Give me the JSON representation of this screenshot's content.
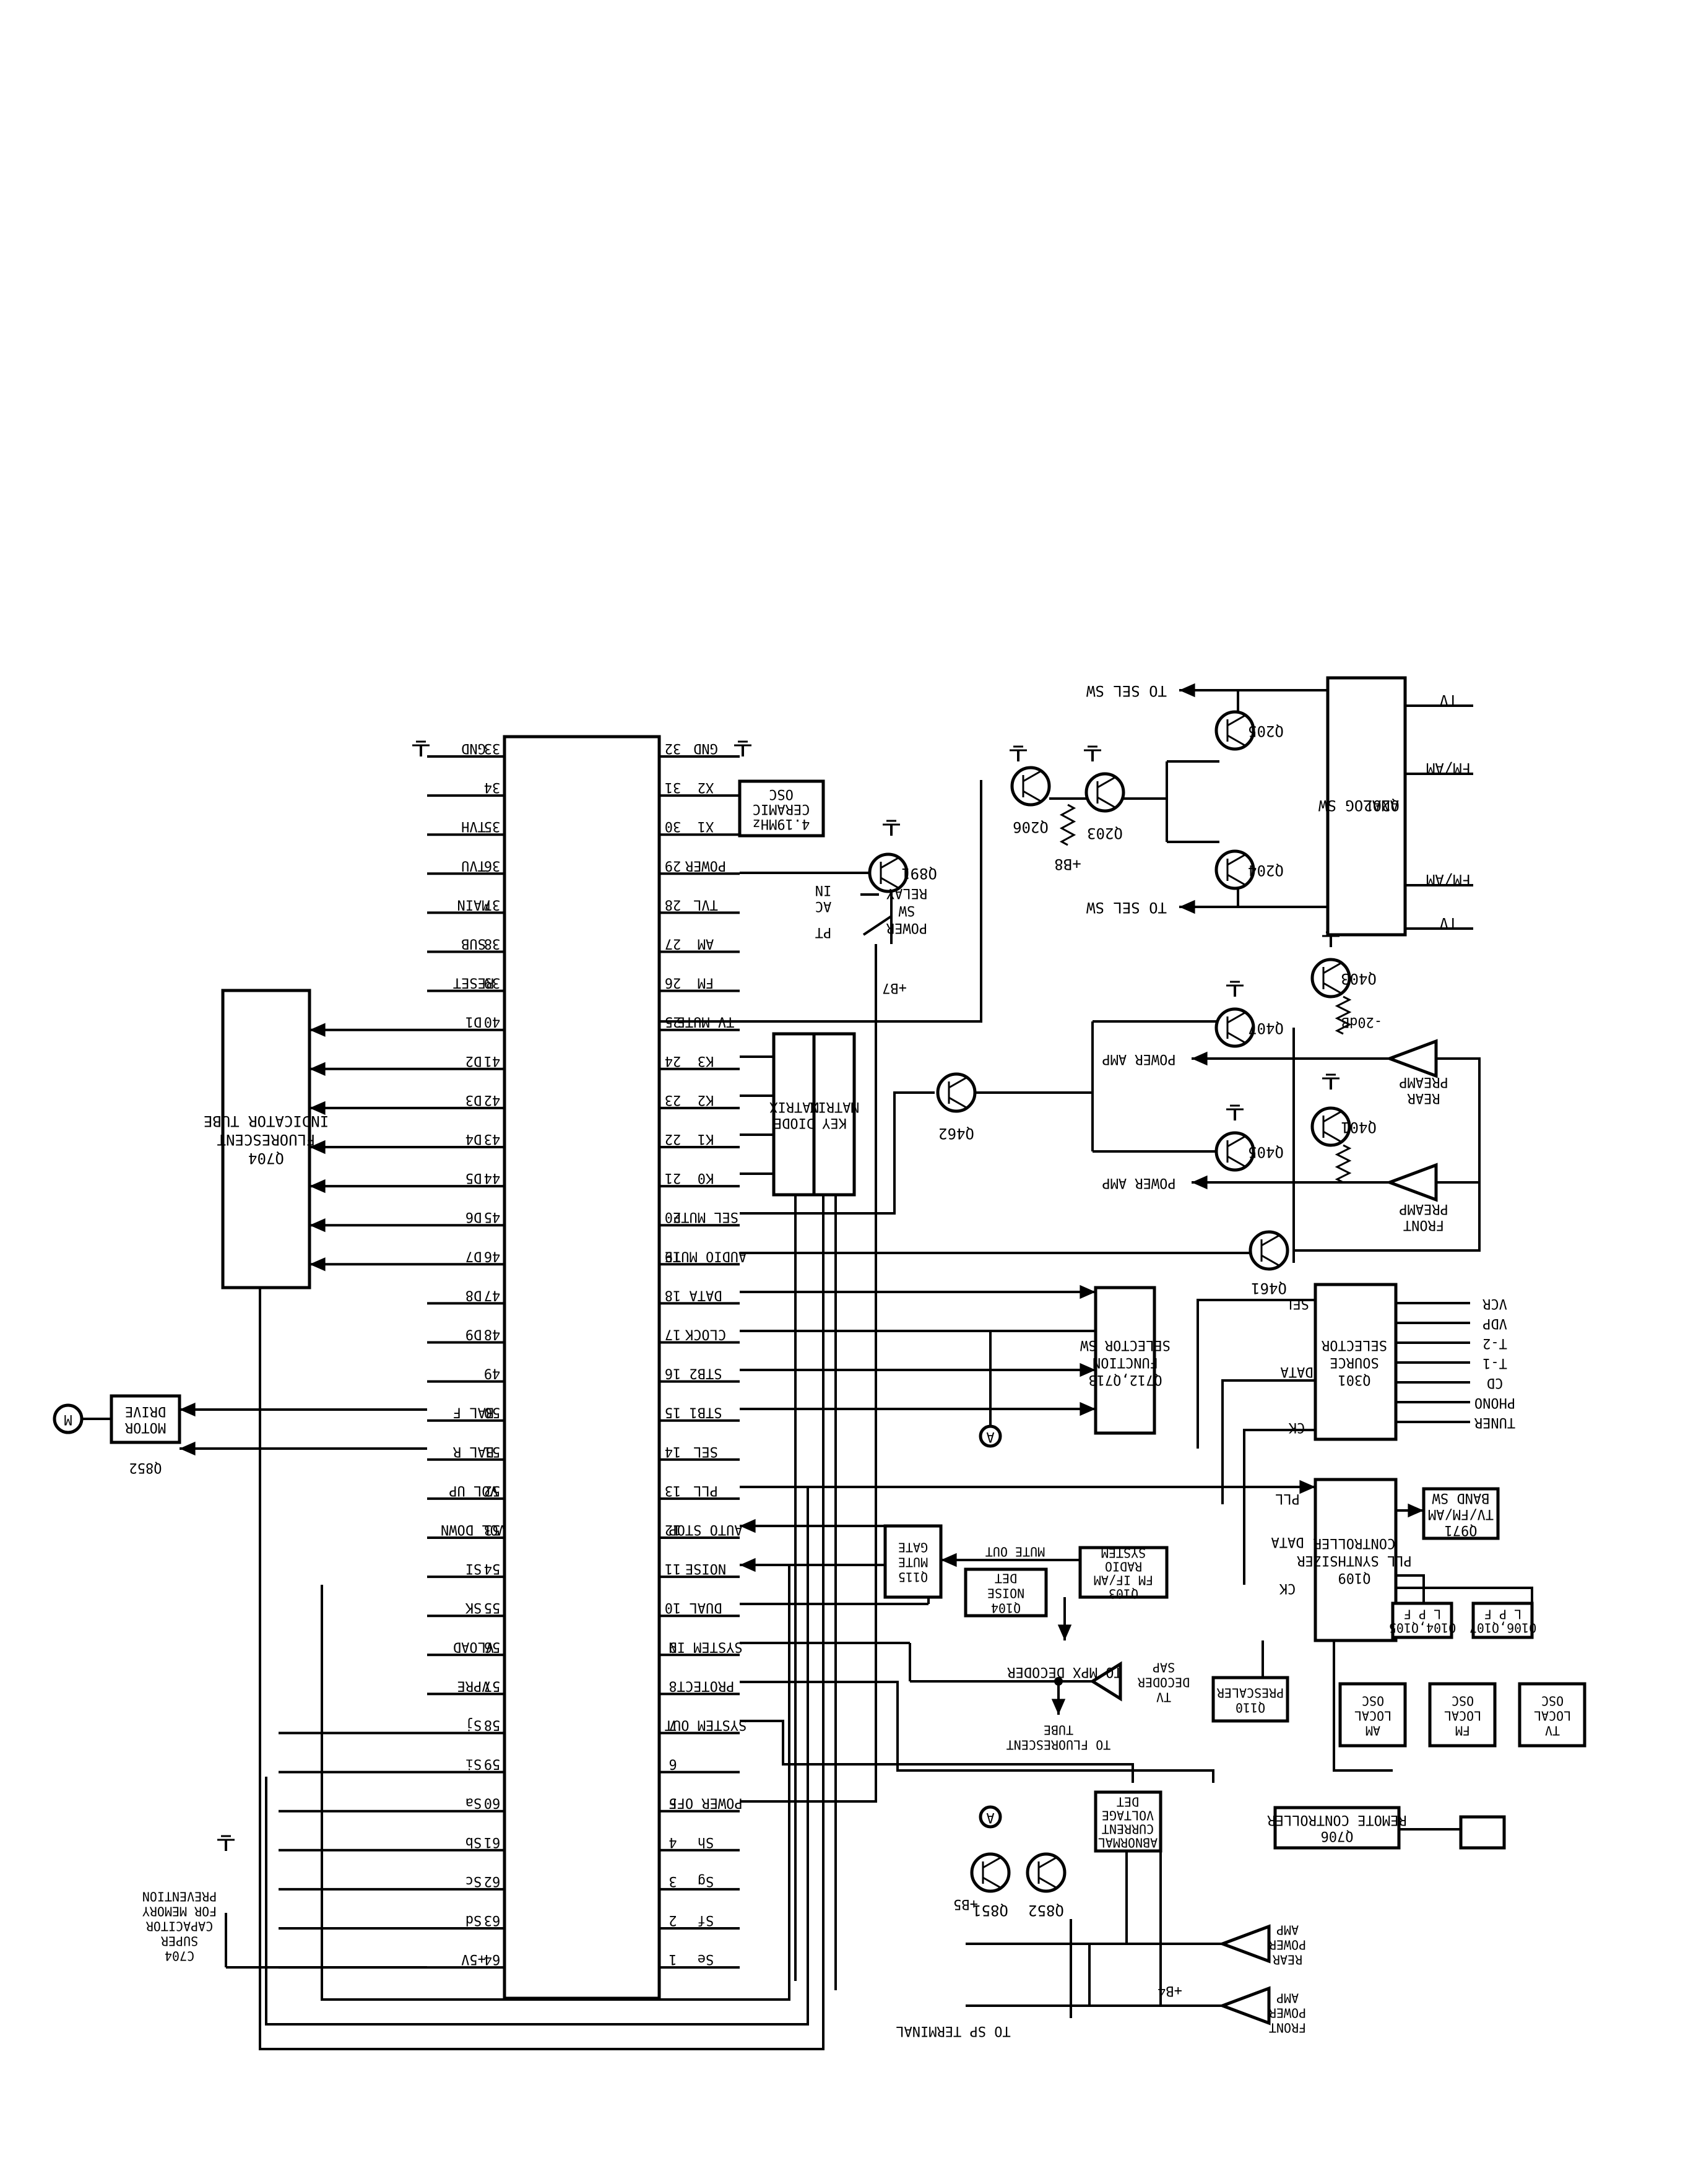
{
  "diagram": {
    "ic_left_pins": [
      {
        "n": "33",
        "label": "GND"
      },
      {
        "n": "34",
        "label": ""
      },
      {
        "n": "35",
        "label": "TVH"
      },
      {
        "n": "36",
        "label": "TVU"
      },
      {
        "n": "37",
        "label": "MAIN"
      },
      {
        "n": "38",
        "label": "SUB"
      },
      {
        "n": "39",
        "label": "RESET"
      },
      {
        "n": "40",
        "label": "D1"
      },
      {
        "n": "41",
        "label": "D2"
      },
      {
        "n": "42",
        "label": "D3"
      },
      {
        "n": "43",
        "label": "D4"
      },
      {
        "n": "44",
        "label": "D5"
      },
      {
        "n": "45",
        "label": "D6"
      },
      {
        "n": "46",
        "label": "D7"
      },
      {
        "n": "47",
        "label": "D8"
      },
      {
        "n": "48",
        "label": "D9"
      },
      {
        "n": "49",
        "label": ""
      },
      {
        "n": "50",
        "label": "BAL F"
      },
      {
        "n": "51",
        "label": "BAL R"
      },
      {
        "n": "52",
        "label": "VOL UP"
      },
      {
        "n": "53",
        "label": "VOL DOWN"
      },
      {
        "n": "54",
        "label": "SI"
      },
      {
        "n": "55",
        "label": "SK"
      },
      {
        "n": "56",
        "label": "VLOAD"
      },
      {
        "n": "57",
        "label": "VPRE"
      },
      {
        "n": "58",
        "label": "Sj"
      },
      {
        "n": "59",
        "label": "Si"
      },
      {
        "n": "60",
        "label": "Sa"
      },
      {
        "n": "61",
        "label": "Sb"
      },
      {
        "n": "62",
        "label": "Sc"
      },
      {
        "n": "63",
        "label": "Sd"
      },
      {
        "n": "64",
        "label": "+5V"
      }
    ],
    "ic_right_pins": [
      {
        "n": "32",
        "label": "GND"
      },
      {
        "n": "31",
        "label": "X2"
      },
      {
        "n": "30",
        "label": "X1"
      },
      {
        "n": "29",
        "label": "POWER"
      },
      {
        "n": "28",
        "label": "TVL"
      },
      {
        "n": "27",
        "label": "AM"
      },
      {
        "n": "26",
        "label": "FM"
      },
      {
        "n": "25",
        "label": "TV MUTE"
      },
      {
        "n": "24",
        "label": "K3"
      },
      {
        "n": "23",
        "label": "K2"
      },
      {
        "n": "22",
        "label": "K1"
      },
      {
        "n": "21",
        "label": "K0"
      },
      {
        "n": "20",
        "label": "SEL MUTE"
      },
      {
        "n": "19",
        "label": "AUDIO MUTE"
      },
      {
        "n": "18",
        "label": "DATA"
      },
      {
        "n": "17",
        "label": "CLOCK"
      },
      {
        "n": "16",
        "label": "STB2"
      },
      {
        "n": "15",
        "label": "STB1"
      },
      {
        "n": "14",
        "label": "SEL"
      },
      {
        "n": "13",
        "label": "PLL"
      },
      {
        "n": "12",
        "label": "AUTO STOP"
      },
      {
        "n": "11",
        "label": "NOISE"
      },
      {
        "n": "10",
        "label": "DUAL"
      },
      {
        "n": "9",
        "label": "SYSTEM IN"
      },
      {
        "n": "8",
        "label": "PROTECT"
      },
      {
        "n": "7",
        "label": "SYSTEM OUT"
      },
      {
        "n": "6",
        "label": ""
      },
      {
        "n": "5",
        "label": "POWER OFF"
      },
      {
        "n": "4",
        "label": "Sh"
      },
      {
        "n": "3",
        "label": "Sg"
      },
      {
        "n": "2",
        "label": "Sf"
      },
      {
        "n": "1",
        "label": "Se"
      }
    ],
    "blocks": {
      "osc": [
        "4.19MHz",
        "CERAMIC",
        "OSC"
      ],
      "analog_sw": [
        "Q202",
        "ANALOG SW"
      ],
      "fluorescent": [
        "Q704",
        "FLUORESCENT",
        "INDICATOR TUBE"
      ],
      "motor": [
        "MOTOR",
        "DRIVE"
      ],
      "motor_ref": "Q852",
      "motor_symbol": "M",
      "key_matrix": [
        "KEY",
        "MATRIX"
      ],
      "diode_matrix": [
        "DIODE",
        "MATRIX"
      ],
      "function_sel": [
        "Q712,Q713",
        "FUNCTION",
        "SELECTOR SW"
      ],
      "relay": "RELAY",
      "source_sel": [
        "Q301",
        "SOURCE",
        "SELECTOR"
      ],
      "pll": [
        "Q109",
        "PLL SYNTHSIZER",
        "CONTROLLER"
      ],
      "band_sw": [
        "Q971",
        "TV/FM/AM",
        "BAND SW"
      ],
      "fm_if": [
        "Q103",
        "FM IF/AM",
        "RADIO",
        "SYSTEM"
      ],
      "noise_det": [
        "Q104",
        "NOISE",
        "DET"
      ],
      "mute_gate": [
        "Q115",
        "MUTE",
        "GATE"
      ],
      "prescaler": [
        "Q110",
        "PRESCALER"
      ],
      "am_osc": [
        "AM",
        "LOCAL",
        "OSC"
      ],
      "fm_osc": [
        "FM",
        "LOCAL",
        "OSC"
      ],
      "tv_osc": [
        "TV",
        "LOCAL",
        "OSC"
      ],
      "lpf1": [
        "Q104,Q105",
        "L P F"
      ],
      "lpf2": [
        "Q106,Q107",
        "L P F"
      ],
      "remote": [
        "Q706",
        "REMOTE CONTROLLER"
      ],
      "abnormal": [
        "ABNORMAL",
        "CURRENT",
        "VOLTAGE",
        "DET"
      ]
    },
    "labels": {
      "to_sel_sw": "TO SEL SW",
      "tv": "TV",
      "fm_am": "FM/AM",
      "q205": "Q205",
      "q204": "Q204",
      "q203": "Q203",
      "q206": "Q206",
      "b8": "+B8",
      "q891": "Q891",
      "power_sw_relay": [
        "POWER",
        "SW",
        "RELAY"
      ],
      "ac_in": [
        "AC",
        "IN"
      ],
      "pt": "PT",
      "b7": "+B7",
      "q403": "Q403",
      "q407": "Q407",
      "q405": "Q405",
      "q401": "Q401",
      "q462": "Q462",
      "q461": "Q461",
      "minus20db": "-20dB",
      "power_amp": "POWER AMP",
      "rear_preamp": [
        "REAR",
        "PREAMP"
      ],
      "front_preamp": [
        "FRONT",
        "PREAMP"
      ],
      "sources": [
        "VCR",
        "VDP",
        "T-2",
        "T-1",
        "CD",
        "PHONO",
        "TUNER"
      ],
      "sel": "SEL",
      "data": "DATA",
      "ck": "CK",
      "pll": "PLL",
      "mute_out": "MUTE OUT",
      "to_mpx": "TO MPX DECODER",
      "tv_decoder_sap": [
        "TV",
        "DECODER",
        "SAP"
      ],
      "to_fluorescent_tube": [
        "TO FLUORESCENT",
        "TUBE"
      ],
      "node_a": "A",
      "q851": "Q851",
      "q852": "Q852",
      "b5": "+B5",
      "b4": "+B4",
      "to_sp_terminal": "TO SP TERMINAL",
      "rear_power_amp": [
        "REAR",
        "POWER",
        "AMP"
      ],
      "front_power_amp": [
        "FRONT",
        "POWER",
        "AMP"
      ],
      "super_cap": [
        "C704",
        "SUPER",
        "CAPACITOR",
        "FOR MEMORY",
        "PREVENTION"
      ]
    }
  }
}
